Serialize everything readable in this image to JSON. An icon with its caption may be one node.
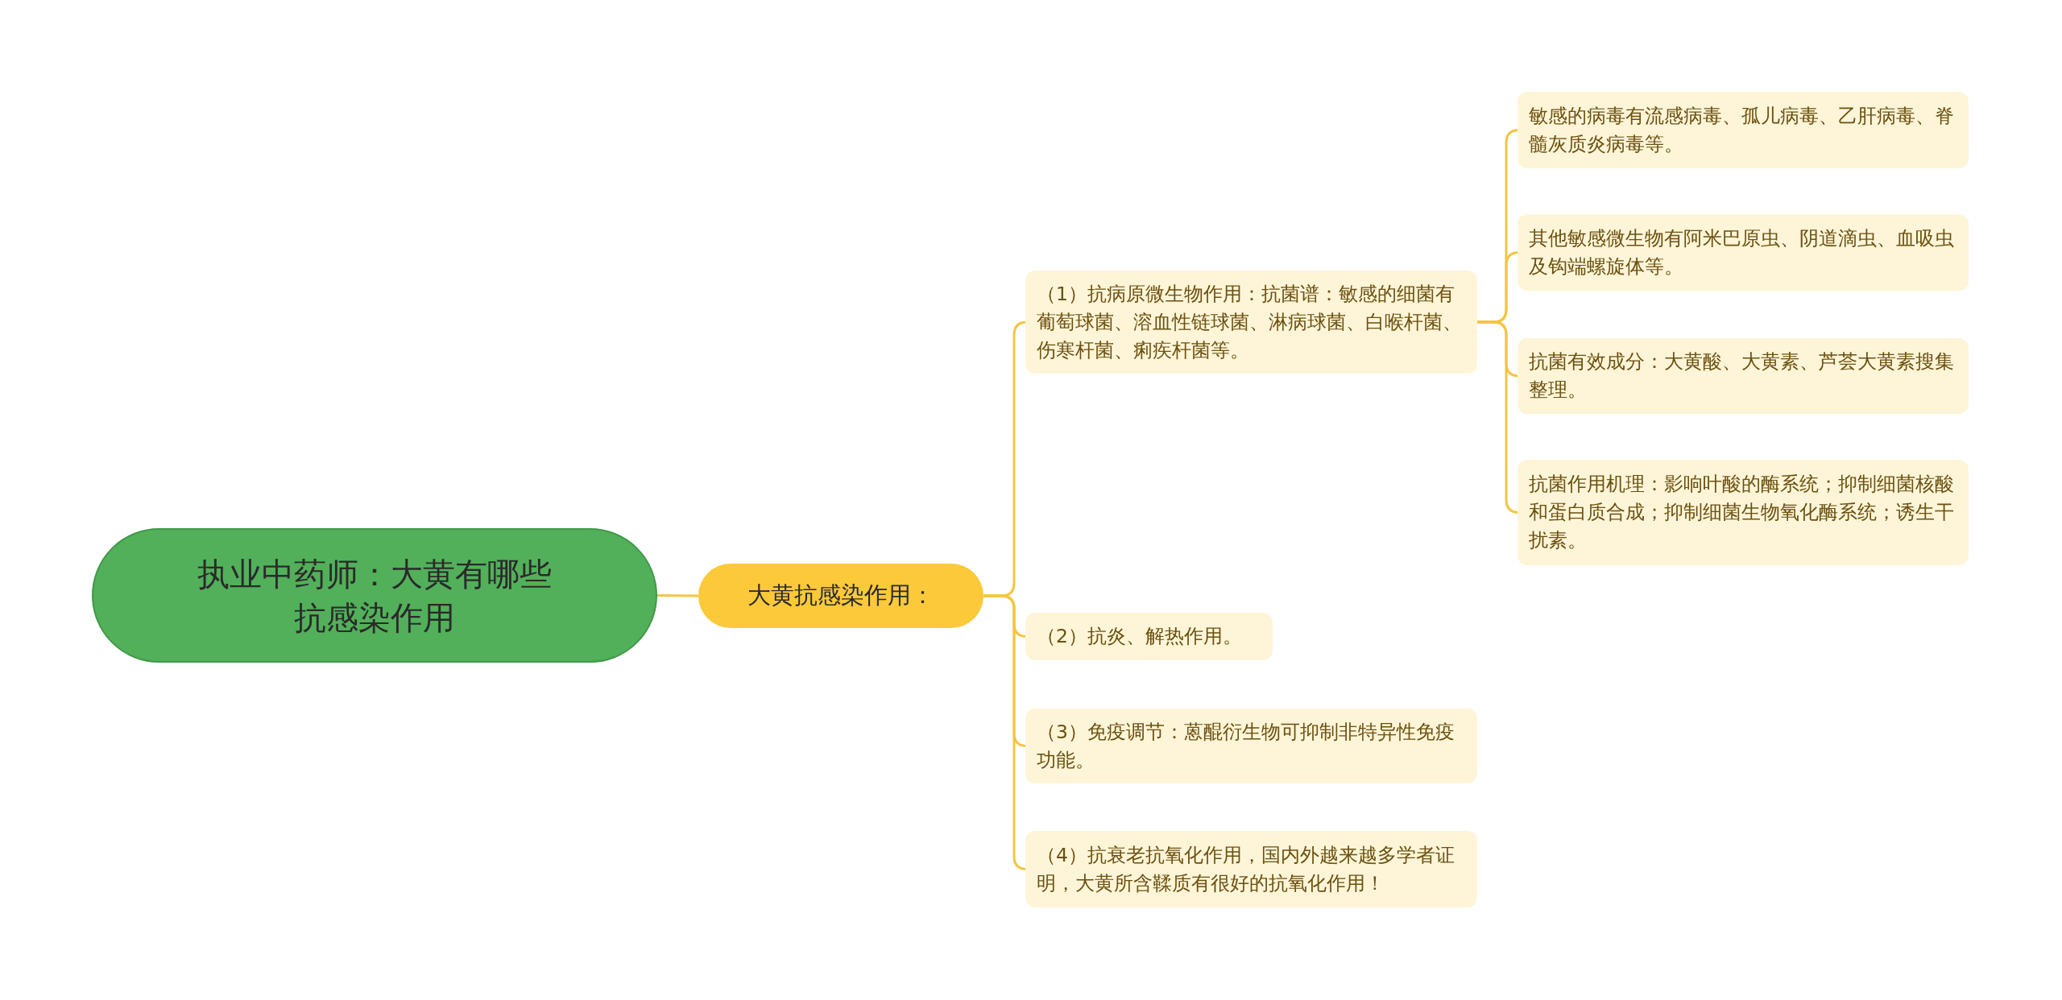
{
  "diagram": {
    "nodes": [
      {
        "text": [
          "执业中药师：大黄有哪些抗感染作用"
        ]
      },
      {
        "text": [
          "大黄抗感染作用："
        ]
      },
      {
        "text": [
          "（1）抗病原微生物作用：抗菌谱：敏感的细菌有葡萄球菌、溶血性链球菌、淋病球菌、白喉杆菌、伤寒杆菌、痢疾杆菌等。"
        ]
      },
      {
        "text": [
          "（2）抗炎、解热作用。"
        ]
      },
      {
        "text": [
          "（3）免疫调节：蒽醌衍生物可抑制非特异性免疫功能。"
        ]
      },
      {
        "text": [
          "（4）抗衰老抗氧化作用，国内外越来越多学者证明，大黄所含鞣质有很好的抗氧化作用！"
        ]
      },
      {
        "text": [
          "敏感的病毒有流感病毒、孤儿病毒、乙肝病毒、脊髓灰质炎病毒等。"
        ]
      },
      {
        "text": [
          "其他敏感微生物有阿米巴原虫、阴道滴虫、血吸虫及钩端螺旋体等。"
        ]
      },
      {
        "text": [
          "抗菌有效成分：大黄酸、大黄素、芦荟大黄素搜集整理。"
        ]
      },
      {
        "text": [
          "抗菌作用机理：影响叶酸的酶系统；抑制细菌核酸和蛋白质合成；抑制细菌生物氧化酶系统；诱生干扰素。"
        ]
      }
    ],
    "edges": [
      {
        "from": 0,
        "to": 1,
        "arrow": "none"
      },
      {
        "from": 1,
        "to": 2,
        "arrow": "none"
      },
      {
        "from": 1,
        "to": 3,
        "arrow": "none"
      },
      {
        "from": 1,
        "to": 4,
        "arrow": "none"
      },
      {
        "from": 1,
        "to": 5,
        "arrow": "none"
      },
      {
        "from": 2,
        "to": 6,
        "arrow": "none"
      },
      {
        "from": 2,
        "to": 7,
        "arrow": "none"
      },
      {
        "from": 2,
        "to": 8,
        "arrow": "none"
      },
      {
        "from": 2,
        "to": 9,
        "arrow": "none"
      }
    ]
  }
}
